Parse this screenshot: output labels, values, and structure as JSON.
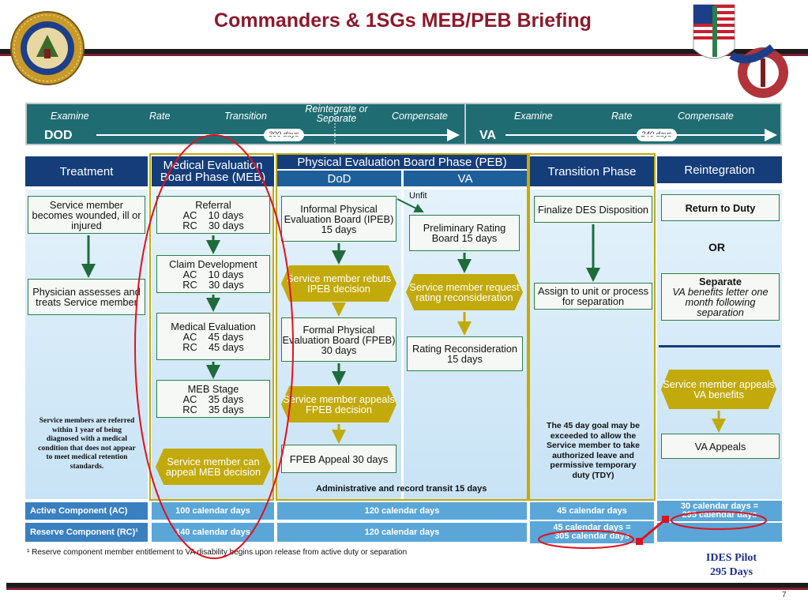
{
  "title": "Commanders & 1SGs MEB/PEB Briefing",
  "band": {
    "dod_steps": [
      "Examine",
      "Rate",
      "Transition",
      "Reintegrate or Separate",
      "Compensate"
    ],
    "va_steps": [
      "Examine",
      "Rate",
      "Compensate"
    ],
    "dod_label": "DOD",
    "va_label": "VA",
    "dod_days": "300 days",
    "va_days": "240 days"
  },
  "headers": {
    "treatment": "Treatment",
    "meb": "Medical Evaluation Board Phase (MEB)",
    "peb": "Physical Evaluation Board Phase (PEB)",
    "dod": "DoD",
    "va": "VA",
    "transition": "Transition Phase",
    "reintegration": "Reintegration"
  },
  "treatment": {
    "box1": "Service member becomes wounded, ill or injured",
    "box2": "Physician assesses and treats Service member",
    "note": "Service members are referred within 1 year of being diagnosed with a medical condition that does not appear to meet medical retention standards."
  },
  "meb": {
    "referral": {
      "title": "Referral",
      "ac": "AC    10 days",
      "rc": "RC    30 days"
    },
    "claim": {
      "title": "Claim Development",
      "ac": "AC    10 days",
      "rc": "RC    30 days"
    },
    "medeval": {
      "title": "Medical Evaluation",
      "ac": "AC    45 days",
      "rc": "RC    45 days"
    },
    "stage": {
      "title": "MEB Stage",
      "ac": "AC    35 days",
      "rc": "RC    35 days"
    },
    "appeal": "Service member can appeal MEB decision"
  },
  "dod": {
    "ipeb": "Informal Physical Evaluation Board (IPEB) 15 days",
    "rebut": "Service member rebuts IPEB decision",
    "fpeb": "Formal Physical Evaluation Board (FPEB) 30 days",
    "appeal": "Service member appeals FPEB decision",
    "fpeb_appeal": "FPEB Appeal 30 days",
    "unfit": "Unfit"
  },
  "va": {
    "prelim": "Preliminary Rating Board 15 days",
    "recon_req": "Service member request rating reconsideration",
    "recon": "Rating Reconsideration 15 days"
  },
  "admin_note": "Administrative and record transit 15 days",
  "transition": {
    "finalize": "Finalize DES Disposition",
    "assign": "Assign to unit or process for separation",
    "note": "The 45 day goal may be exceeded to allow the Service member to take authorized leave and permissive temporary duty (TDY)"
  },
  "reintegration": {
    "return_duty": "Return to Duty",
    "or": "OR",
    "separate_title": "Separate",
    "separate_body": "VA benefits letter one month following separation",
    "appeal_va": "Service member appeals VA benefits",
    "va_appeals": "VA Appeals"
  },
  "bottom": {
    "ac_label": "Active Component (AC)",
    "rc_label": "Reserve Component (RC)¹",
    "ac_meb": "100 calendar days",
    "ac_peb": "120 calendar days",
    "ac_trans": "45 calendar days",
    "ac_reint": "30 calendar days = 295 calendar days",
    "rc_meb": "140 calendar days",
    "rc_peb": "120 calendar days",
    "rc_trans": "45 calendar days = 305 calendar days"
  },
  "footnote": "¹ Reserve component member entitlement to VA disability begins upon release from active duty or separation",
  "pilot": {
    "line1": "IDES Pilot",
    "line2": "295 Days"
  },
  "page_num": "7",
  "colors": {
    "title": "#8b1a2b",
    "band": "#1f6d73",
    "header": "#143d7a",
    "gold": "#c2aa0c",
    "green": "#2e7d4a",
    "red": "#e0101c"
  }
}
